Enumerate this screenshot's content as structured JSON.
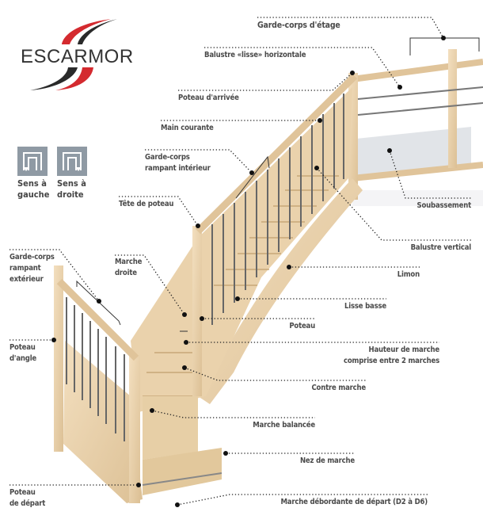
{
  "brand": {
    "name": "ESCARMOR",
    "colors": {
      "red": "#d42a2f",
      "dark": "#2a2a2a"
    }
  },
  "orientation": [
    {
      "line1": "Sens à",
      "line2": "gauche",
      "icon": "stair-left-icon"
    },
    {
      "line1": "Sens à",
      "line2": "droite",
      "icon": "stair-right-icon"
    }
  ],
  "labels": {
    "garde_corps_etage": "Garde-corps d'étage",
    "balustre_lisse": "Balustre «lisse» horizontale",
    "poteau_arrivee": "Poteau d'arrivée",
    "main_courante": "Main courante",
    "gc_interieur_1": "Garde-corps",
    "gc_interieur_2": "rampant intérieur",
    "tete_poteau": "Tête de poteau",
    "soubassement": "Soubassement",
    "balustre_vertical": "Balustre vertical",
    "limon": "Limon",
    "marche_droite_1": "Marche",
    "marche_droite_2": "droite",
    "gc_exterieur_1": "Garde-corps",
    "gc_exterieur_2": "rampant",
    "gc_exterieur_3": "extérieur",
    "lisse_basse": "Lisse basse",
    "poteau_angle_1": "Poteau",
    "poteau_angle_2": "d'angle",
    "poteau": "Poteau",
    "hauteur_1": "Hauteur de marche",
    "hauteur_2": "comprise entre 2 marches",
    "contre_marche": "Contre marche",
    "marche_balancee": "Marche balancée",
    "nez_marche": "Nez de marche",
    "poteau_depart_1": "Poteau",
    "poteau_depart_2": "de départ",
    "marche_debordante": "Marche débordante de départ (D2 à D6)"
  }
}
